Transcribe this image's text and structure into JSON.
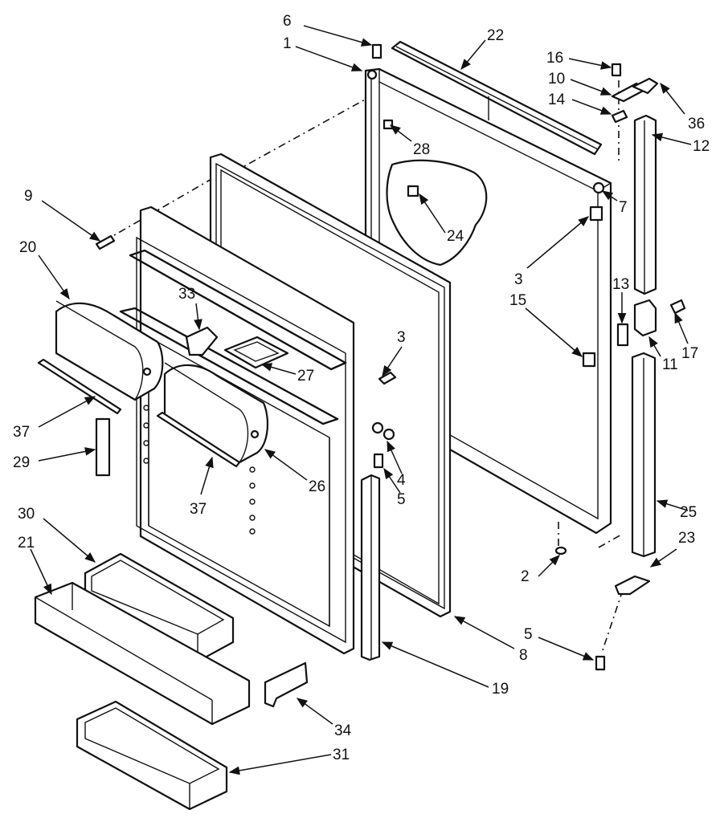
{
  "diagram": {
    "callouts": [
      {
        "id": "c6",
        "label": "6"
      },
      {
        "id": "c1",
        "label": "1"
      },
      {
        "id": "c22",
        "label": "22"
      },
      {
        "id": "c16",
        "label": "16"
      },
      {
        "id": "c10",
        "label": "10"
      },
      {
        "id": "c14",
        "label": "14"
      },
      {
        "id": "c36",
        "label": "36"
      },
      {
        "id": "c12",
        "label": "12"
      },
      {
        "id": "c28",
        "label": "28"
      },
      {
        "id": "c7",
        "label": "7"
      },
      {
        "id": "c24",
        "label": "24"
      },
      {
        "id": "c9",
        "label": "9"
      },
      {
        "id": "c20",
        "label": "20"
      },
      {
        "id": "c3a",
        "label": "3"
      },
      {
        "id": "c15",
        "label": "15"
      },
      {
        "id": "c13",
        "label": "13"
      },
      {
        "id": "c17",
        "label": "17"
      },
      {
        "id": "c11",
        "label": "11"
      },
      {
        "id": "c33",
        "label": "33"
      },
      {
        "id": "c3b",
        "label": "3"
      },
      {
        "id": "c27",
        "label": "27"
      },
      {
        "id": "c37a",
        "label": "37"
      },
      {
        "id": "c29",
        "label": "29"
      },
      {
        "id": "c4",
        "label": "4"
      },
      {
        "id": "c5a",
        "label": "5"
      },
      {
        "id": "c26",
        "label": "26"
      },
      {
        "id": "c37b",
        "label": "37"
      },
      {
        "id": "c25",
        "label": "25"
      },
      {
        "id": "c30",
        "label": "30"
      },
      {
        "id": "c21",
        "label": "21"
      },
      {
        "id": "c23",
        "label": "23"
      },
      {
        "id": "c2",
        "label": "2"
      },
      {
        "id": "c5b",
        "label": "5"
      },
      {
        "id": "c8",
        "label": "8"
      },
      {
        "id": "c19",
        "label": "19"
      },
      {
        "id": "c34",
        "label": "34"
      },
      {
        "id": "c31",
        "label": "31"
      }
    ]
  }
}
